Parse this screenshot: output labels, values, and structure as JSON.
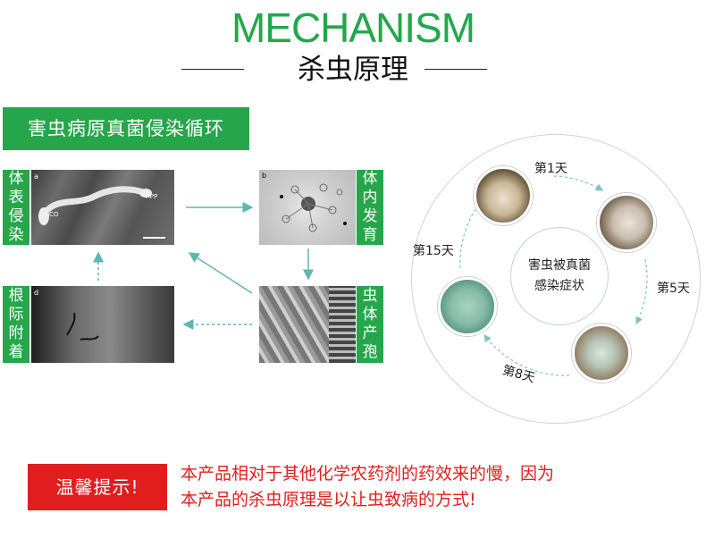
{
  "header": {
    "title_en": "MECHANISM",
    "title_cn": "杀虫原理"
  },
  "cycle": {
    "banner": "害虫病原真菌侵染循环",
    "stages": {
      "surface": [
        "体",
        "表",
        "侵",
        "染"
      ],
      "internal": [
        "体",
        "内",
        "发",
        "育"
      ],
      "spore": [
        "虫",
        "体",
        "产",
        "孢"
      ],
      "root": [
        "根",
        "际",
        "附",
        "着"
      ]
    },
    "micro_labels": {
      "a": "a",
      "co": "CO",
      "app": "APP",
      "b": "b",
      "d": "d"
    }
  },
  "symptoms": {
    "center": [
      "害虫被真菌",
      "感染症状"
    ],
    "days": {
      "d1": "第1天",
      "d5": "第5天",
      "d8": "第8天",
      "d15": "第15天"
    }
  },
  "tip": {
    "label": "温馨提示!",
    "line1": "本产品相对于其他化学农药剂的药效来的慢，因为",
    "line2": "本产品的杀虫原理是以让虫致病的方式!"
  },
  "colors": {
    "brand_green": "#26a64a",
    "title_green": "#22a84a",
    "arrow_teal": "#5fb6b3",
    "warning_red": "#e21d1d"
  }
}
